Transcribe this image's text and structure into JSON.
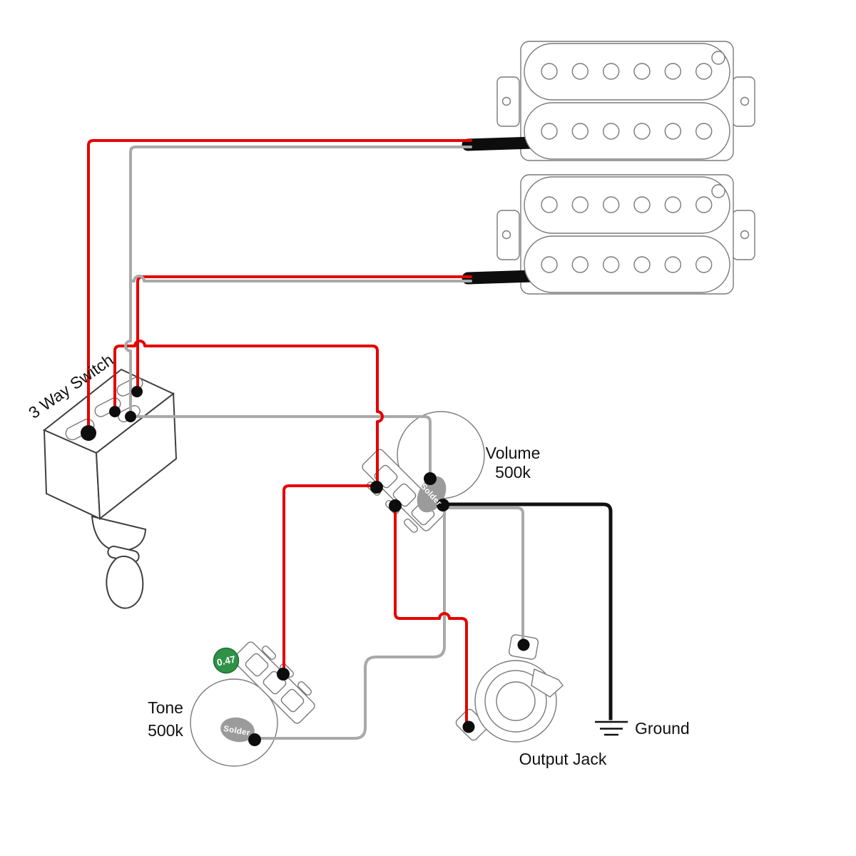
{
  "diagram": {
    "labels": {
      "switch": "3 Way Switch",
      "volume_line1": "Volume",
      "volume_line2": "500k",
      "tone_line1": "Tone",
      "tone_line2": "500k",
      "output_jack": "Output Jack",
      "ground": "Ground",
      "solder": "Solder",
      "capacitor": "0.47"
    },
    "colors": {
      "hot_wire": "#e60000",
      "shield_wire": "#a9a9a9",
      "solder_blob": "#9b9b9b",
      "capacitor": "#2f9247"
    }
  }
}
